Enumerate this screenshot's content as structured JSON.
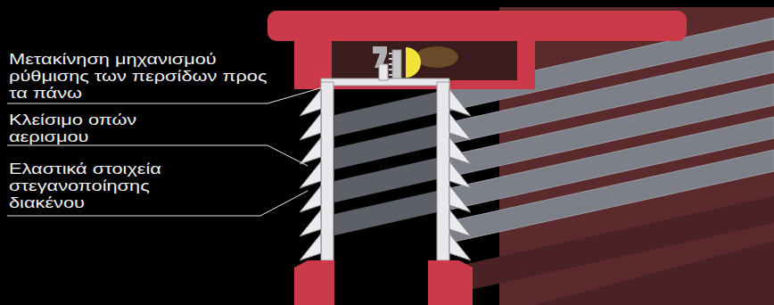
{
  "diagram": {
    "labels": [
      "Μετακίνηση μηχανισμού ρύθμισης των περσίδων προς τα πάνω",
      "Κλείσιμο οπών αερισμου",
      "Ελαστικά στοιχεία στεγανοποίησης διακένου"
    ]
  }
}
